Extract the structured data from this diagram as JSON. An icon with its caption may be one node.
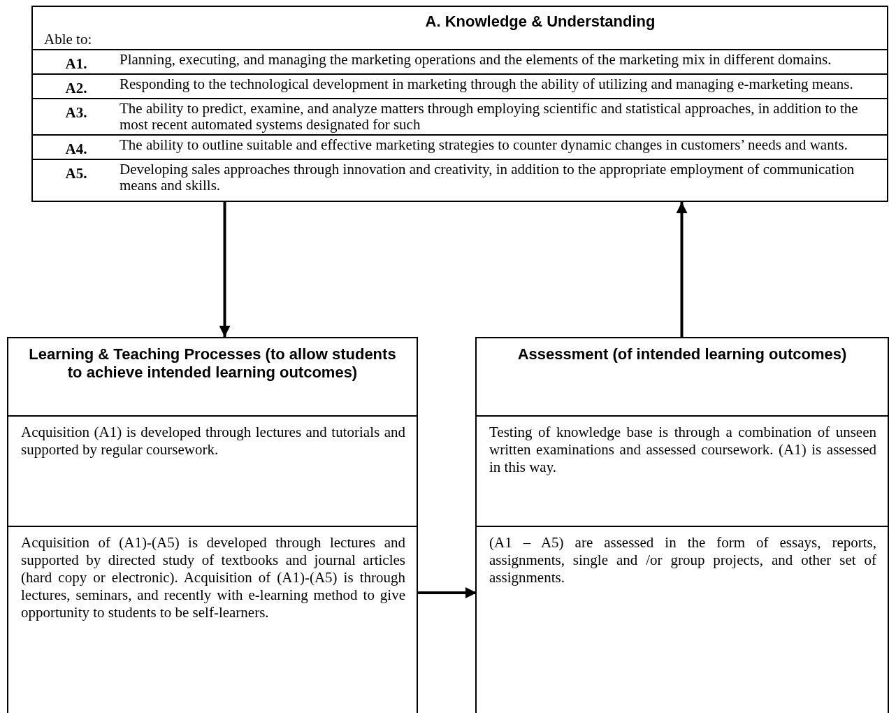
{
  "diagram": {
    "nodes": [
      {
        "text": [
          "A. Knowledge & Understanding",
          "Able to:"
        ]
      },
      {
        "text": [
          "A1.",
          "Planning, executing, and managing the marketing operations and the elements of the marketing mix in different domains."
        ],
        "in": 0
      },
      {
        "text": [
          "A2.",
          "Responding to the technological development in marketing through the ability of utilizing and managing e-marketing means."
        ],
        "in": 0
      },
      {
        "text": [
          "A3.",
          "The ability to predict, examine, and analyze matters through employing scientific and statistical approaches, in addition to the most recent automated systems designated for such"
        ],
        "in": 0
      },
      {
        "text": [
          "A4.",
          "The ability to outline suitable and effective marketing strategies to counter dynamic changes in customers’ needs and wants."
        ],
        "in": 0
      },
      {
        "text": [
          "A5.",
          "Developing sales approaches through innovation and creativity, in addition to the appropriate employment of communication means and skills."
        ],
        "in": 0
      },
      {
        "text": [
          "Learning & Teaching Processes (to allow students to achieve intended learning outcomes)"
        ]
      },
      {
        "text": [
          "Acquisition (A1) is developed through lectures and tutorials and supported by regular coursework."
        ],
        "in": 6
      },
      {
        "text": [
          "Acquisition of (A1)-(A5) is developed through lectures and supported by directed study of textbooks and journal articles (hard copy or electronic). Acquisition of (A1)-(A5) is through lectures, seminars, and recently with e-learning method to give opportunity to students to be self-learners."
        ],
        "in": 6
      },
      {
        "text": [
          "Assessment (of intended learning outcomes)"
        ]
      },
      {
        "text": [
          "Testing of knowledge base is through a combination of unseen written examinations and assessed coursework. (A1) is assessed in this way."
        ],
        "in": 9
      },
      {
        "text": [
          "(A1 – A5) are assessed in the form of essays, reports, assignments, single and /or group projects, and other set of assignments."
        ],
        "in": 9
      }
    ],
    "edges": [
      {
        "from": 0,
        "to": 6,
        "arrow": "to"
      },
      {
        "from": 9,
        "to": 0,
        "arrow": "to"
      },
      {
        "from": 8,
        "to": 11,
        "arrow": "to"
      }
    ]
  }
}
